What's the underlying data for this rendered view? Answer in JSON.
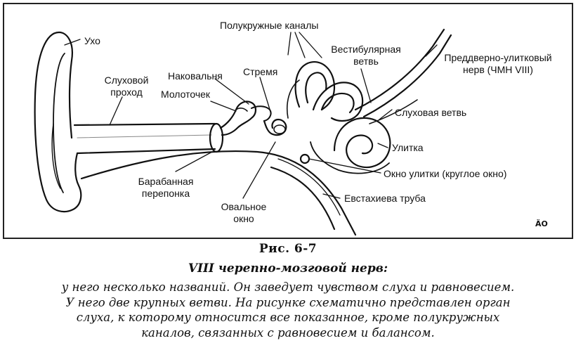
{
  "labels": {
    "ear": "Ухо",
    "semicircular_canals": "Полукружные каналы",
    "vestibular_branch": [
      "Вестибулярная",
      "ветвь"
    ],
    "vestibulocochlear_nerve": [
      "Преддверно-улитковый",
      "нерв (ЧМН VIII)"
    ],
    "ear_canal": [
      "Слуховой",
      "проход"
    ],
    "incus": "Наковальня",
    "stapes": "Стремя",
    "malleus": "Молоточек",
    "cochlear_branch": "Слуховая ветвь",
    "cochlea": "Улитка",
    "round_window": "Окно улитки (круглое окно)",
    "eardrum": [
      "Барабанная",
      "перепонка"
    ],
    "eustachian_tube": "Евстахиева труба",
    "oval_window": [
      "Овальное",
      "окно"
    ]
  },
  "signature": "ÄO",
  "caption": {
    "figure_number": "Рис. 6-7",
    "title": "VIII черепно-мозговой нерв:",
    "body_lines": [
      "у него несколько названий. Он заведует чувством слуха и равновесием.",
      "У него две крупных ветви. На рисунке схематично представлен орган",
      "слуха, к которому относится все показанное, кроме полукружных",
      "каналов, связанных с равновесием и балансом."
    ]
  }
}
